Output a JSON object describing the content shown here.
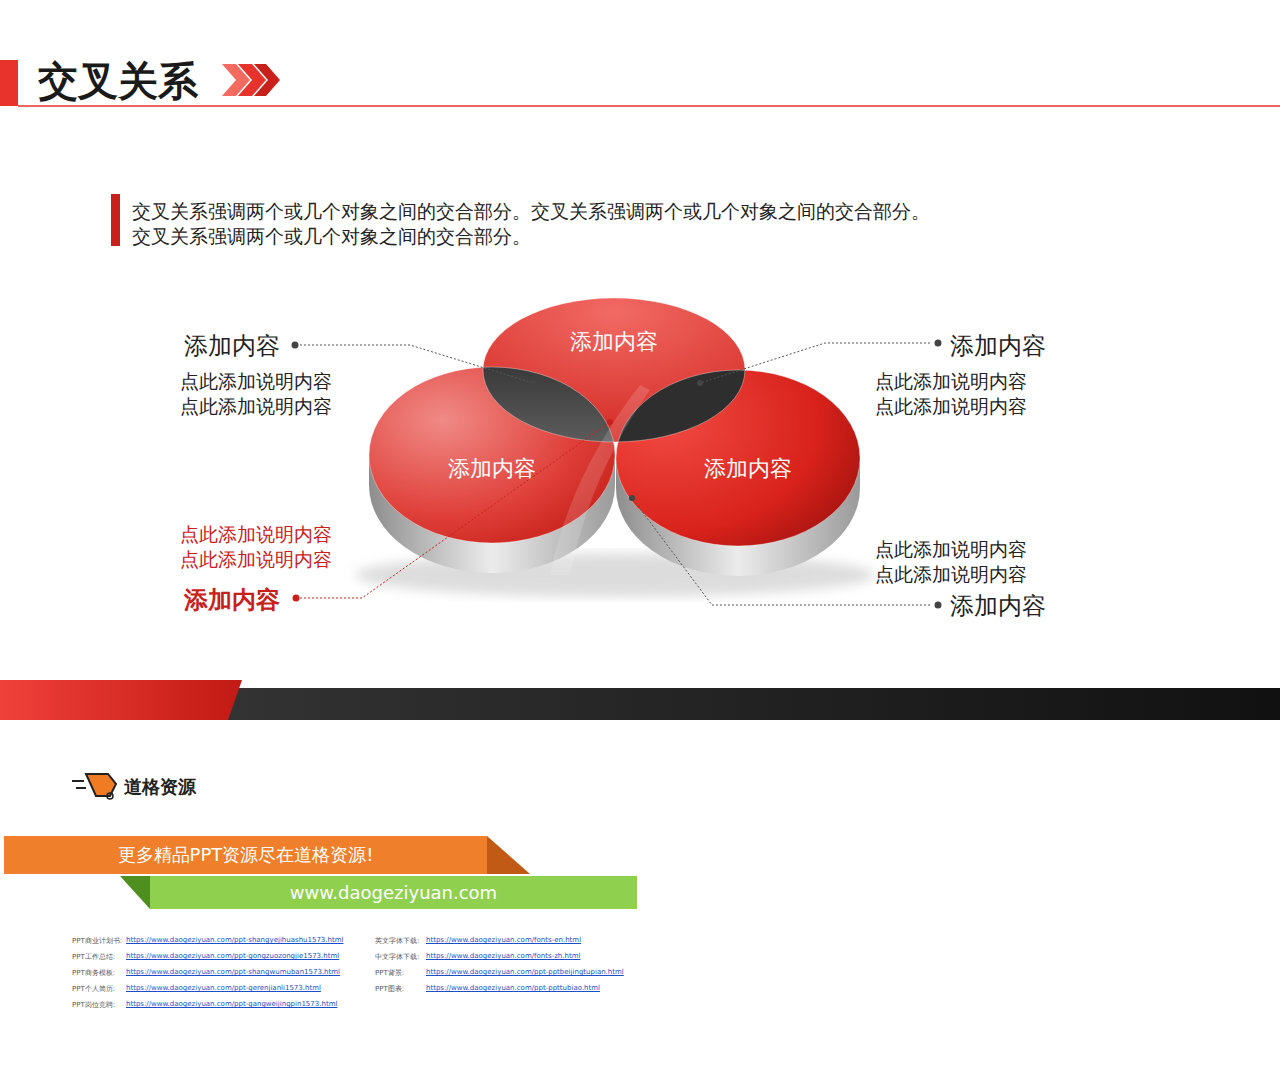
{
  "diagram": {
    "title": "交叉关系",
    "nodes": [
      {
        "text": [
          "添加内容"
        ]
      },
      {
        "text": [
          "添加内容"
        ]
      },
      {
        "text": [
          "添加内容"
        ]
      },
      {
        "text": [
          "更多精品PPT资源尽在道格资源!"
        ]
      },
      {
        "text": [
          "www.daogeziyuan.com"
        ]
      }
    ],
    "labels": [
      "交叉关系强调两个或几个对象之间的交合部分。交叉关系强调两个或几个对象之间的交合部分。交叉关系强调两个或几个对象之间的交合部分。",
      "添加内容",
      "点此添加说明内容 点此添加说明内容",
      "添加内容",
      "点此添加说明内容 点此添加说明内容",
      "点此添加说明内容 点此添加说明内容",
      "添加内容",
      "点此添加说明内容 点此添加说明内容",
      "添加内容",
      "道格资源",
      "PPT商业计划书:",
      "https://www.daogeziyuan.com/ppt-shangyejihuashu1573.html",
      "PPT工作总结:",
      "https://www.daogeziyuan.com/ppt-gongzuozongjie1573.html",
      "PPT商务模板:",
      "https://www.daogeziyuan.com/ppt-shangwumuban1573.html",
      "PPT个人简历:",
      "https://www.daogeziyuan.com/ppt-gerenjianli1573.html",
      "PPT岗位竞聘:",
      "https://www.daogeziyuan.com/ppt-gangweijingpin1573.html",
      "英文字体下载:",
      "https://www.daogeziyuan.com/fonts-en.html",
      "中文字体下载:",
      "https://www.daogeziyuan.com/fonts-zh.html",
      "PPT背景:",
      "https://www.daogeziyuan.com/ppt-pptbeijingtupian.html",
      "PPT图表:",
      "https://www.daogeziyuan.com/ppt-ppttubiao.html"
    ]
  }
}
